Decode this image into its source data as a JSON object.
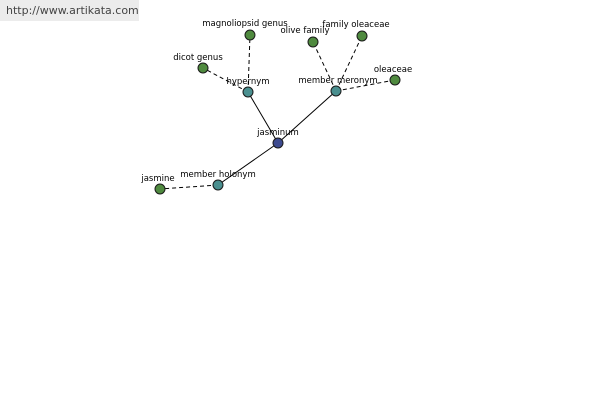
{
  "site_url": "http://www.artikata.com",
  "colors": {
    "root": "#3d4a8f",
    "relation": "#4a8f8f",
    "term": "#4f8a3f"
  },
  "diagram": {
    "nodes": [
      {
        "id": "jasminum",
        "label": "jasminum",
        "kind": "root"
      },
      {
        "id": "hypernym",
        "label": "hypernym",
        "kind": "relation"
      },
      {
        "id": "member-meronym",
        "label": "member meronym",
        "kind": "relation"
      },
      {
        "id": "member-holonym",
        "label": "member holonym",
        "kind": "relation"
      },
      {
        "id": "magnoliopsid-genus",
        "label": "magnoliopsid genus",
        "kind": "term"
      },
      {
        "id": "dicot-genus",
        "label": "dicot genus",
        "kind": "term"
      },
      {
        "id": "olive-family",
        "label": "olive family",
        "kind": "term"
      },
      {
        "id": "family-oleaceae",
        "label": "family oleaceae",
        "kind": "term"
      },
      {
        "id": "oleaceae",
        "label": "oleaceae",
        "kind": "term"
      },
      {
        "id": "jasmine",
        "label": "jasmine",
        "kind": "term"
      }
    ],
    "edges": [
      {
        "from": "jasminum",
        "to": "hypernym",
        "style": "solid"
      },
      {
        "from": "jasminum",
        "to": "member-meronym",
        "style": "solid"
      },
      {
        "from": "jasminum",
        "to": "member-holonym",
        "style": "solid"
      },
      {
        "from": "hypernym",
        "to": "magnoliopsid-genus",
        "style": "dashed"
      },
      {
        "from": "hypernym",
        "to": "dicot-genus",
        "style": "dashed"
      },
      {
        "from": "member-meronym",
        "to": "olive-family",
        "style": "dashed"
      },
      {
        "from": "member-meronym",
        "to": "family-oleaceae",
        "style": "dashed"
      },
      {
        "from": "member-meronym",
        "to": "oleaceae",
        "style": "dashed"
      },
      {
        "from": "member-holonym",
        "to": "jasmine",
        "style": "dashed"
      }
    ]
  }
}
